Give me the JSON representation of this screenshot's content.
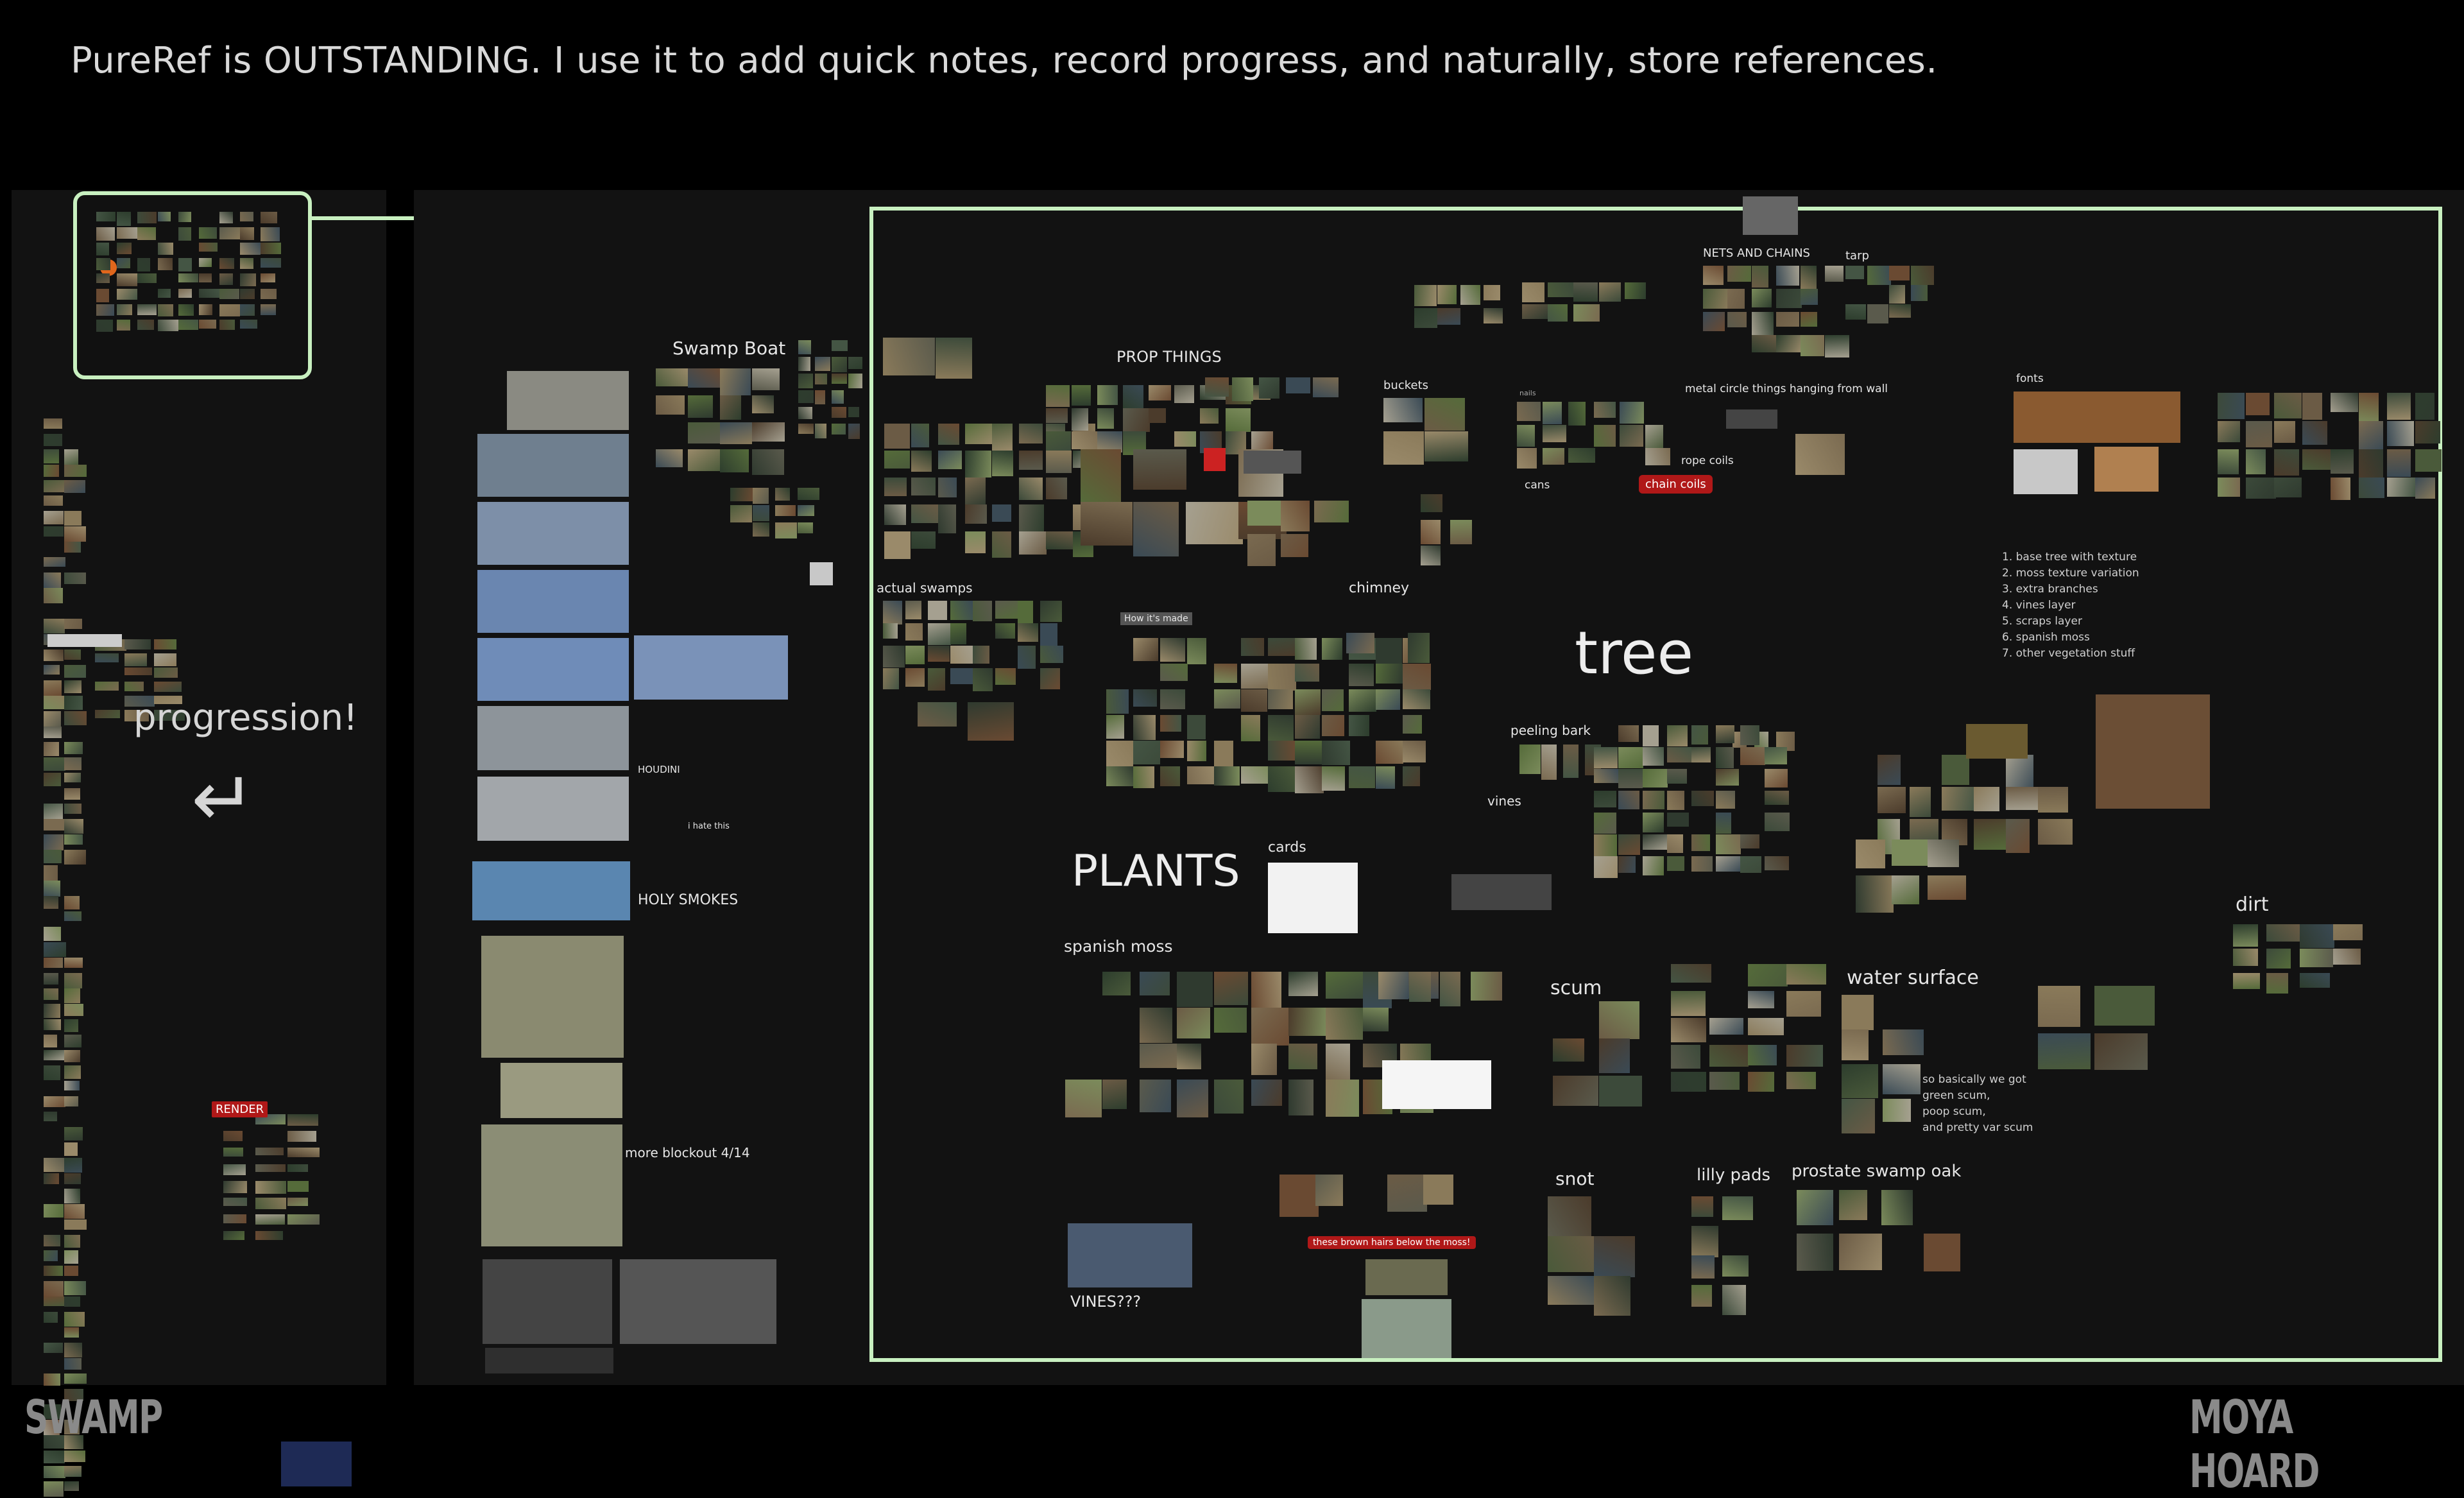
{
  "headline": "PureRef is OUTSTANDING. I use it to add quick notes, record progress, and naturally, store references.",
  "footer": {
    "left": "SWAMP",
    "right": "MOYA HOARD"
  },
  "left_panel": {
    "progression_label": "progression!",
    "arrow": "↵",
    "render_tag": "RENDER"
  },
  "boat_column": {
    "title": "Swamp Boat",
    "houdini": "HOUDINI",
    "hate_this": "i hate this",
    "holy_smokes": "HOLY SMOKES",
    "more_blockout": "more blockout 4/14"
  },
  "board": {
    "prop_things": "PROP THINGS",
    "nets_and_chains": "NETS AND CHAINS",
    "tarp": "tarp",
    "buckets": "buckets",
    "metal_circle": "metal circle things hanging from wall",
    "fonts": "fonts",
    "nails": "nails",
    "cans": "cans",
    "rope_coils": "rope coils",
    "chain_coils": "chain coils",
    "actual_swamps": "actual swamps",
    "chimney": "chimney",
    "tree": "tree",
    "peeling_bark": "peeling bark",
    "vines": "vines",
    "plants": "PLANTS",
    "cards": "cards",
    "spanish_moss": "spanish moss",
    "scum": "scum",
    "water_surface": "water surface",
    "dirt": "dirt",
    "snot": "snot",
    "lilly_pads": "lilly pads",
    "prostate_swamp_oak": "prostate swamp oak",
    "vines_q": "VINES???",
    "brown_hairs": "these brown hairs below the moss!",
    "how_its_made": "How it's made",
    "tree_list": "1. base tree with texture\n2. moss texture variation\n3. extra branches\n4. vines layer\n5. scraps layer\n6. spanish moss\n7. other vegetation stuff",
    "scum_note": "so basically we got\ngreen scum,\npoop scum,\nand pretty var scum"
  },
  "colors": {
    "frame": "#c8f0c0",
    "panel": "#121212",
    "tag_red": "#b01818",
    "background": "#000000"
  }
}
